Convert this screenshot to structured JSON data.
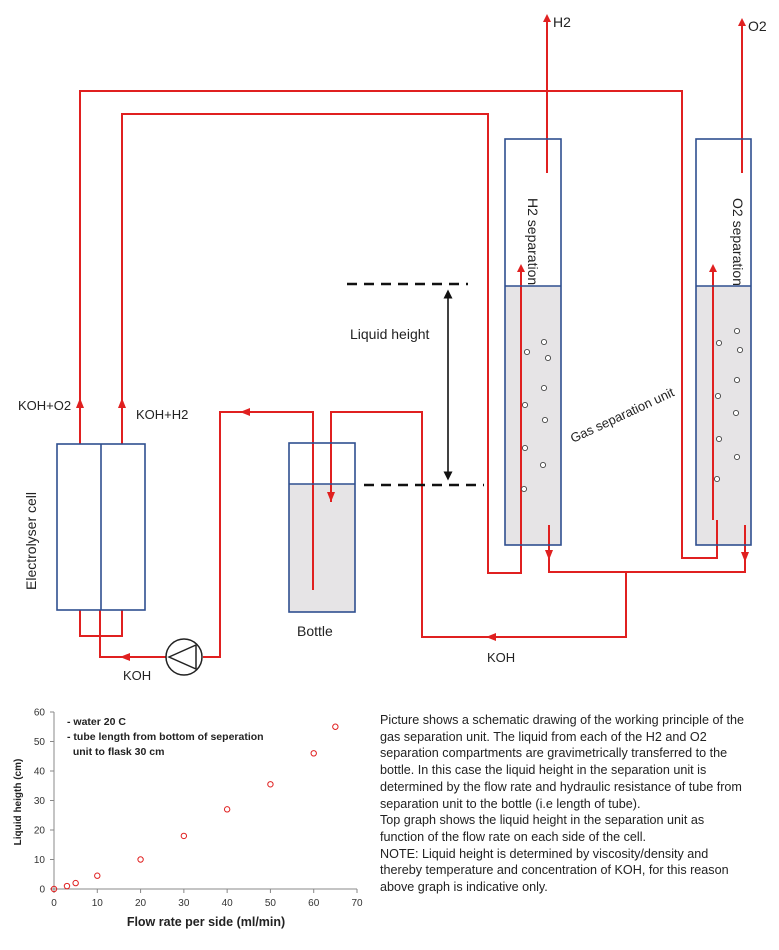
{
  "labels": {
    "h2_out": "H2",
    "o2_out": "O2",
    "koh_o2": "KOH+O2",
    "koh_h2": "KOH+H2",
    "electrolyser_cell": "Electrolyser cell",
    "liquid_height": "Liquid height",
    "h2_separation": "H2 separation",
    "o2_separation": "O2 separation",
    "gas_separation_unit": "Gas separation unit",
    "bottle": "Bottle",
    "koh_pump": "KOH",
    "koh_return": "KOH"
  },
  "colors": {
    "pipe": "#e02020",
    "vessel_border": "#2f4f8f",
    "liquid_fill": "#e6e4e6",
    "marker": "#e02020"
  },
  "icons": {
    "pump": "pump-icon",
    "bubble": "bubble-icon"
  },
  "chart_data": {
    "type": "scatter",
    "xlabel": "Flow rate per side (ml/min)",
    "ylabel": "Liquid heigth (cm)",
    "xlim": [
      0,
      70
    ],
    "ylim": [
      0,
      60
    ],
    "xticks": [
      0,
      10,
      20,
      30,
      40,
      50,
      60,
      70
    ],
    "yticks": [
      0,
      10,
      20,
      30,
      40,
      50,
      60
    ],
    "grid": false,
    "notes": [
      "- water 20 C",
      "- tube length from bottom of seperation",
      "  unit to flask 30 cm"
    ],
    "series": [
      {
        "x": [
          0,
          3,
          5,
          10,
          20,
          30,
          40,
          50,
          60,
          65
        ],
        "y": [
          0,
          1,
          2,
          4.5,
          10,
          18,
          27,
          35.5,
          46,
          55
        ]
      }
    ]
  },
  "description": [
    "Picture shows a schematic drawing of the working principle of the",
    "gas separation unit. The liquid from each of the H2 and O2",
    "separation compartments are gravimetrically transferred to the",
    "bottle. In this case the liquid height in the separation unit is",
    "determined by the flow rate and hydraulic resistance of tube from",
    "separation unit to the bottle (i.e length of tube).",
    "Top graph shows the liquid height in the separation unit as",
    "function of the flow rate on each side of the cell.",
    "NOTE: Liquid height is determined by viscosity/density and",
    "thereby temperature and concentration of KOH, for this reason",
    "above graph is indicative only."
  ]
}
